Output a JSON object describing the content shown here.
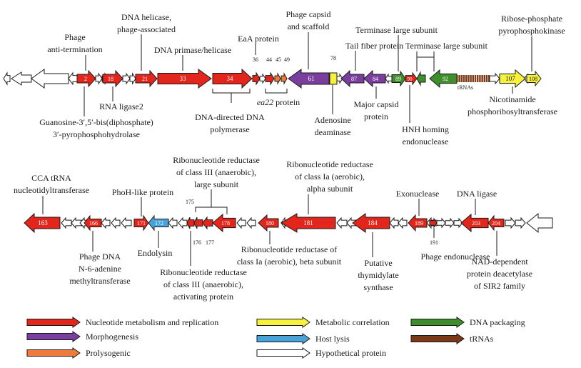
{
  "colors": {
    "red": "#e3261c",
    "purple": "#7a3f9e",
    "yellow": "#f6f23c",
    "green": "#3f8e2c",
    "blue": "#4aa3d8",
    "orange": "#ef7a3b",
    "brown": "#7b3a17",
    "white": "#ffffff"
  },
  "track1": {
    "gene_numbers": {
      "g2": "2",
      "g18": "18",
      "g21": "21",
      "g33": "33",
      "g34": "34",
      "g36": "36",
      "g44": "44",
      "g45": "45",
      "g49": "49",
      "g61": "61",
      "g78": "78",
      "g87": "87",
      "g84": "84",
      "g89": "89",
      "g90": "90",
      "g92": "92",
      "g107": "107",
      "g108": "108"
    },
    "annotations": {
      "phage_antitermination": [
        "Phage",
        "anti-termination"
      ],
      "dna_helicase": [
        "DNA helicase,",
        "phage-associated"
      ],
      "dna_primase": [
        "DNA primase/helicase"
      ],
      "eaa_protein": [
        "EaA protein"
      ],
      "phage_capsid": [
        "Phage capsid",
        "and scaffold"
      ],
      "terminase_large_1": [
        "Terminase large subunit"
      ],
      "terminase_large_2": [
        "Terminase large subunit"
      ],
      "ribose_phosphate": [
        "Ribose-phosphate",
        "pyrophosphokinase"
      ],
      "tail_fiber": [
        "Tail fiber protein"
      ],
      "guanosine": [
        "Guanosine-3′,5′-bis(diphosphate)",
        "3′-pyrophosphohydrolase"
      ],
      "rna_ligase": [
        "RNA ligase2"
      ],
      "dna_directed": [
        "DNA-directed DNA",
        "polymerase"
      ],
      "ea22_italic": "ea22",
      "ea22_rest": " protein",
      "adenosine": [
        "Adenosine",
        "deaminase"
      ],
      "major_capsid": [
        "Major capsid",
        "protein"
      ],
      "hnh": [
        "HNH homing",
        "endonuclease"
      ],
      "nicotinamide": [
        "Nicotinamide",
        "phosphoribosyltransferase"
      ],
      "trnas": "tRNAs"
    }
  },
  "track2": {
    "gene_numbers": {
      "g163": "163",
      "g166": "166",
      "g171": "171",
      "g172": "172",
      "g175": "175",
      "g176": "176",
      "g177": "177",
      "g178": "178",
      "g180": "180",
      "g181": "181",
      "g184": "184",
      "g189": "189",
      "g191": "191",
      "g203": "203",
      "g204": "204"
    },
    "annotations": {
      "cca": [
        "CCA tRNA",
        "nucleotidyltransferase"
      ],
      "phoh": [
        "PhoH-like protein"
      ],
      "rnr3_large": [
        "Ribonucleotide reductase",
        "of class III (anaerobic),",
        "large subunit"
      ],
      "rnr1a_alpha": [
        "Ribonucleotide reductase",
        "of class Ia (aerobic),",
        "alpha subunit"
      ],
      "exonuclease": [
        "Exonuclease"
      ],
      "dna_ligase": [
        "DNA ligase"
      ],
      "phage_dna_methyl": [
        "Phage DNA",
        "N-6-adenine",
        "methyltransferase"
      ],
      "endolysin": [
        "Endolysin"
      ],
      "rnr3_activating": [
        "Ribonucleotide reductase",
        "of class III (anaerobic),",
        "activating protein"
      ],
      "rnr1a_beta": [
        "Ribonucleotide reductase of",
        "class Ia (aerobic), beta subunit"
      ],
      "thymidylate": [
        "Putative",
        "thymidylate",
        "synthase"
      ],
      "phage_endonuclease": [
        "Phage endonuclease"
      ],
      "nad_dependent": [
        "NAD-dependent",
        "protein deacetylase",
        "of SIR2 family"
      ]
    }
  },
  "legend": {
    "nucleotide": "Nucleotide metabolism and replication",
    "morphogenesis": "Morphogenesis",
    "prolysogenic": "Prolysogenic",
    "metabolic": "Metabolic correlation",
    "host_lysis": "Host lysis",
    "hypothetical": "Hypothetical protein",
    "dna_packaging": "DNA packaging",
    "trnas": "tRNAs"
  }
}
